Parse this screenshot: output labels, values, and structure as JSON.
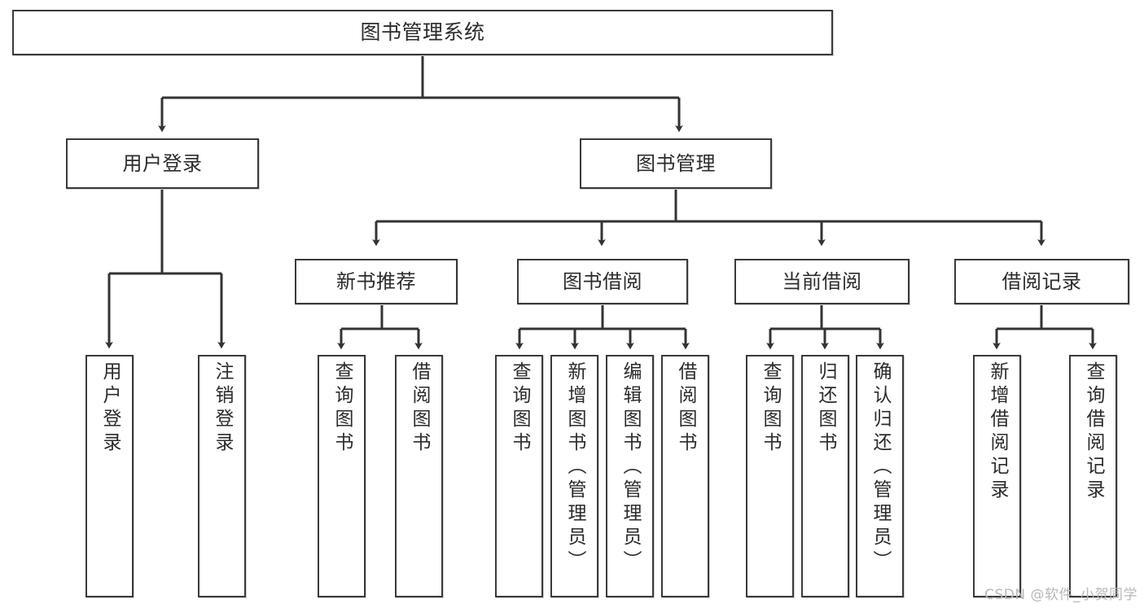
{
  "diagram": {
    "title": "图书管理系统",
    "type": "tree-hierarchy",
    "watermark": "CSDN @软件_小贺同学",
    "colors": {
      "box_border": "#3a3a3a",
      "box_fill": "#ffffff",
      "edge": "#333333",
      "text": "#2b2b2b",
      "watermark": "#b8b8b8"
    },
    "levels": {
      "root": "图书管理系统",
      "level2": [
        "用户登录",
        "图书管理"
      ],
      "level3": [
        "新书推荐",
        "图书借阅",
        "当前借阅",
        "借阅记录"
      ]
    },
    "nodes": {
      "root": {
        "label": "图书管理系统"
      },
      "user_login": {
        "label": "用户登录"
      },
      "book_manage": {
        "label": "图书管理"
      },
      "new_book_rec": {
        "label": "新书推荐"
      },
      "book_borrow": {
        "label": "图书借阅"
      },
      "current_borrow": {
        "label": "当前借阅"
      },
      "borrow_record": {
        "label": "借阅记录"
      }
    },
    "leaves": {
      "user_login": [
        {
          "label": "用户登录"
        },
        {
          "label": "注销登录"
        }
      ],
      "new_book_rec": [
        {
          "label": "查询图书"
        },
        {
          "label": "借阅图书"
        }
      ],
      "book_borrow": [
        {
          "label": "查询图书"
        },
        {
          "label": "新增图书（管理员）"
        },
        {
          "label": "编辑图书（管理员）"
        },
        {
          "label": "借阅图书"
        }
      ],
      "current_borrow": [
        {
          "label": "查询图书"
        },
        {
          "label": "归还图书"
        },
        {
          "label": "确认归还（管理员）"
        }
      ],
      "borrow_record": [
        {
          "label": "新增借阅记录"
        },
        {
          "label": "查询借阅记录"
        }
      ]
    }
  }
}
